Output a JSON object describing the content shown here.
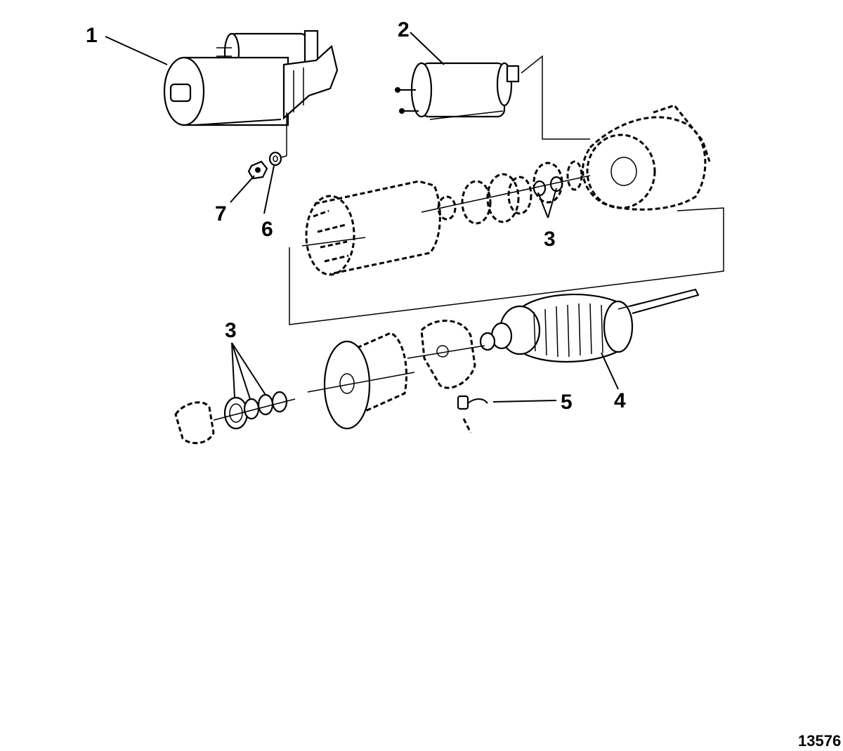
{
  "callouts": {
    "c1": "1",
    "c2": "2",
    "c3_upper": "3",
    "c3_lower": "3",
    "c4": "4",
    "c5": "5",
    "c6": "6",
    "c7": "7"
  },
  "figure_number": "13576"
}
